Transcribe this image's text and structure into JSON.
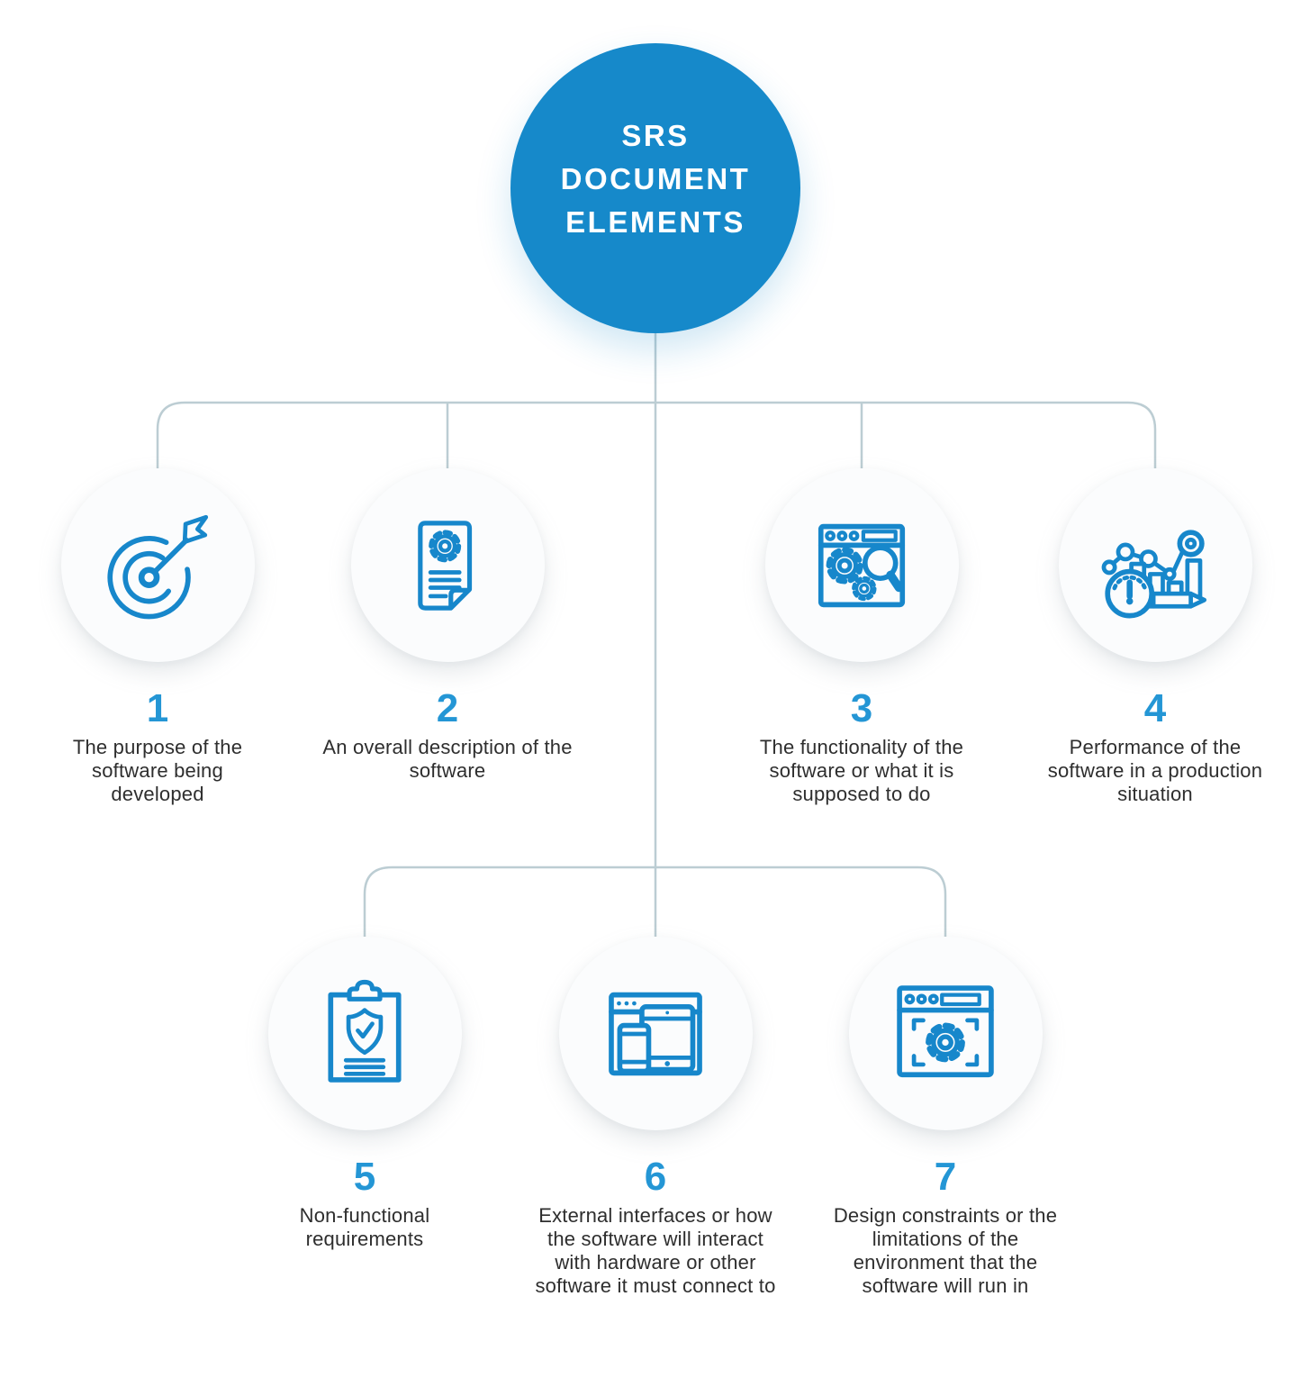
{
  "title": {
    "lines": [
      "SRS",
      "DOCUMENT",
      "ELEMENTS"
    ]
  },
  "colors": {
    "title_circle_blue": "#1689ca",
    "icon_stroke_blue": "#1787cb",
    "number_blue": "#2496d5",
    "connector_gray": "#bccdd3",
    "body_text": "#2e2e2e",
    "icon_circle_bg": "#fbfcfd"
  },
  "items": [
    {
      "number": "1",
      "icon": "target-arrow-icon",
      "label": "The purpose of the software being developed"
    },
    {
      "number": "2",
      "icon": "document-gear-icon",
      "label": "An overall description of the software"
    },
    {
      "number": "3",
      "icon": "browser-gears-magnifier-icon",
      "label": "The functionality of the software or what it is supposed to do"
    },
    {
      "number": "4",
      "icon": "performance-chart-gauge-icon",
      "label": "Performance of the software in a production situation"
    },
    {
      "number": "5",
      "icon": "clipboard-shield-check-icon",
      "label": "Non-functional requirements"
    },
    {
      "number": "6",
      "icon": "responsive-devices-icon",
      "label": "External interfaces or how the software will interact with hardware or other software it must connect to"
    },
    {
      "number": "7",
      "icon": "browser-gear-settings-icon",
      "label": "Design constraints or the limitations of the environment that the software will run in"
    }
  ]
}
